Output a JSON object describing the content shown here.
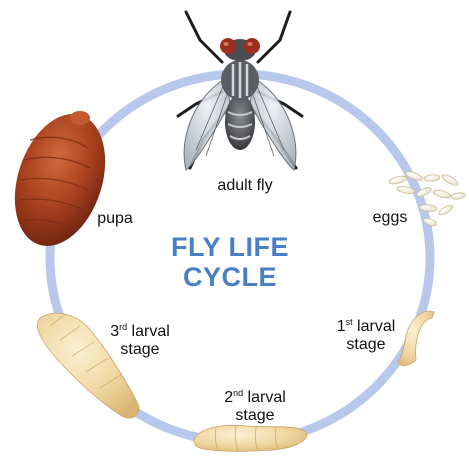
{
  "title": {
    "line1": "FLY LIFE",
    "line2": "CYCLE"
  },
  "stages": {
    "adult": "adult fly",
    "eggs": "eggs",
    "first": {
      "ord": "1",
      "sup": "st",
      "rest": " larval",
      "line2": "stage"
    },
    "second": {
      "ord": "2",
      "sup": "nd",
      "rest": " larval",
      "line2": "stage"
    },
    "third": {
      "ord": "3",
      "sup": "rd",
      "rest": " larval",
      "line2": "stage"
    },
    "pupa": "pupa"
  },
  "colors": {
    "ring": "#b7c8ec",
    "title": "#4a7ec5",
    "pupa": "#a8401f",
    "larva": "#f1d9a2",
    "egg": "#f2ead6"
  }
}
